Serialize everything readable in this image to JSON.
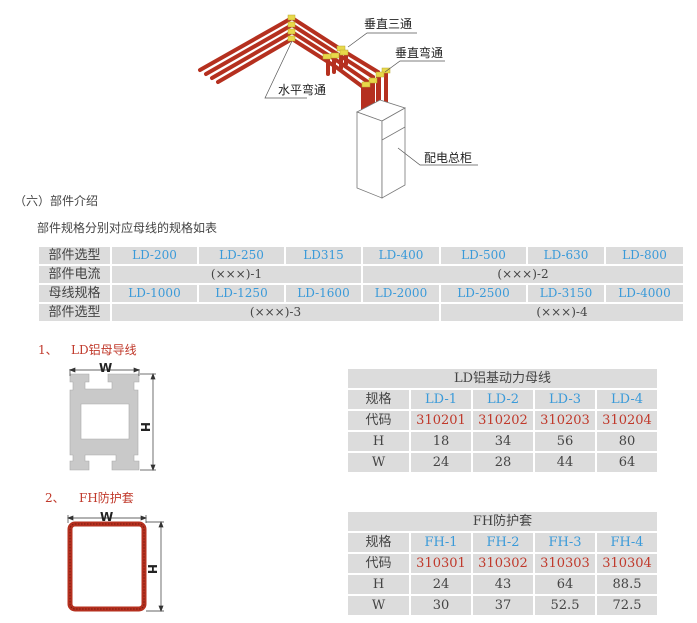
{
  "diagram": {
    "labels": {
      "vertical_tee": "垂直三通",
      "vertical_elbow": "垂直弯通",
      "horizontal_elbow": "水平弯通",
      "main_cabinet": "配电总柜"
    }
  },
  "section": {
    "title": "（六）部件介绍",
    "intro": "部件规格分别对应母线的规格如表"
  },
  "parts_table": {
    "rows": [
      {
        "header": "部件选型",
        "cells": [
          "LD-200",
          "LD-250",
          "LD315",
          "LD-400",
          "LD-500",
          "LD-630",
          "LD-800"
        ]
      },
      {
        "header": "部件电流",
        "cells": [
          "(×××)-1",
          "(×××)-2"
        ]
      },
      {
        "header": "母线规格",
        "cells": [
          "LD-1000",
          "LD-1250",
          "LD-1600",
          "LD-2000",
          "LD-2500",
          "LD-3150",
          "LD-4000"
        ]
      },
      {
        "header": "部件选型",
        "cells": [
          "(×××)-3",
          "(×××)-4"
        ]
      }
    ]
  },
  "item1": {
    "number": "1、",
    "title": "LD铝母导线",
    "dim_w": "W",
    "dim_h": "H",
    "table": {
      "title": "LD铝基动力母线",
      "rows": [
        {
          "header": "规格",
          "cells": [
            "LD-1",
            "LD-2",
            "LD-3",
            "LD-4"
          ]
        },
        {
          "header": "代码",
          "cells": [
            "310201",
            "310202",
            "310203",
            "310204"
          ]
        },
        {
          "header": "H",
          "cells": [
            "18",
            "34",
            "56",
            "80"
          ]
        },
        {
          "header": "W",
          "cells": [
            "24",
            "28",
            "44",
            "64"
          ]
        }
      ]
    }
  },
  "item2": {
    "number": "2、",
    "title": "FH防护套",
    "dim_w": "W",
    "dim_h": "H",
    "table": {
      "title": "FH防护套",
      "rows": [
        {
          "header": "规格",
          "cells": [
            "FH-1",
            "FH-2",
            "FH-3",
            "FH-4"
          ]
        },
        {
          "header": "代码",
          "cells": [
            "310301",
            "310302",
            "310303",
            "310304"
          ]
        },
        {
          "header": "H",
          "cells": [
            "24",
            "43",
            "64",
            "88.5"
          ]
        },
        {
          "header": "W",
          "cells": [
            "30",
            "37",
            "52.5",
            "72.5"
          ]
        }
      ]
    }
  },
  "colors": {
    "model_text": "#3a9ad9",
    "code_text": "#c0392b",
    "cell_bg": "#dcdcdc",
    "busbar": "#b5301f",
    "connector": "#e8d84a"
  }
}
